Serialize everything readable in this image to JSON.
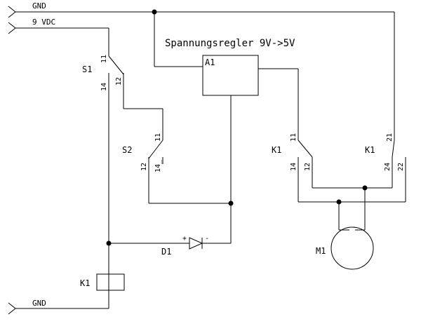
{
  "rails": {
    "gnd_top": "GND",
    "vdc": "9 VDC",
    "gnd_bottom": "GND"
  },
  "regulator": {
    "title": "Spannungsregler 9V->5V",
    "label": "A1"
  },
  "switch_s1": {
    "label": "S1",
    "pin_11": "11",
    "pin_12": "12",
    "pin_14": "14"
  },
  "switch_s2": {
    "label": "S2",
    "pin_11": "11",
    "pin_12": "12",
    "pin_14": "14_"
  },
  "relay_contact_a": {
    "label": "K1",
    "pin_11": "11",
    "pin_12": "12",
    "pin_14": "14"
  },
  "relay_contact_b": {
    "label": "K1",
    "pin_21": "21",
    "pin_22": "22",
    "pin_24": "24"
  },
  "relay_coil": {
    "label": "K1"
  },
  "diode": {
    "label": "D1",
    "plus": "+",
    "minus": "-"
  },
  "motor": {
    "label": "M1"
  }
}
